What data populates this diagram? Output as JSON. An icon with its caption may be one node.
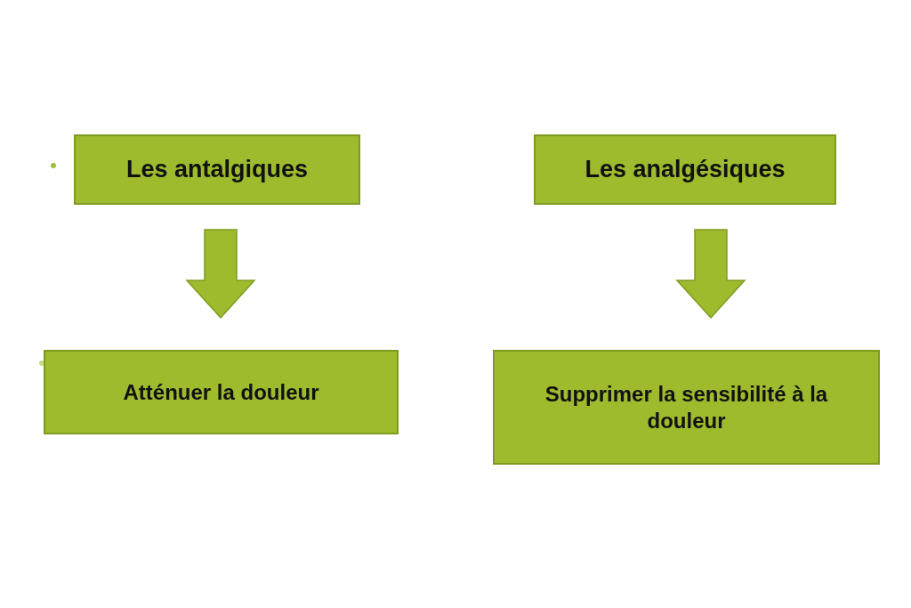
{
  "diagram": {
    "nodes": [
      {
        "text": [
          "Les antalgiques"
        ]
      },
      {
        "text": [
          "Les analgésiques"
        ]
      },
      {
        "text": [
          "Atténuer la douleur"
        ]
      },
      {
        "text": [
          "Supprimer la sensibilité à la douleur"
        ]
      }
    ],
    "edges": [
      {
        "from": 0,
        "to": 2,
        "arrow": "to",
        "style": "thick"
      },
      {
        "from": 1,
        "to": 3,
        "arrow": "to",
        "style": "thick"
      }
    ]
  }
}
